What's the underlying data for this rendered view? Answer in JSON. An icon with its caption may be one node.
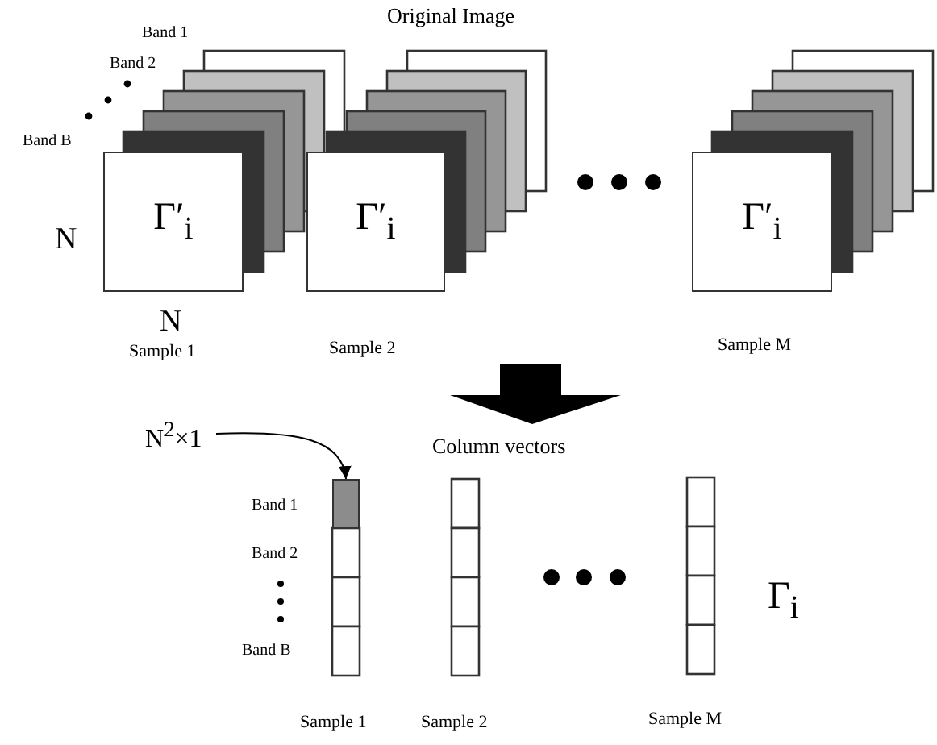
{
  "diagram": {
    "nodes": [
      {
        "text": [
          "Γ′$_{i}$"
        ]
      },
      {
        "text": [
          "Γ′$_{i}$"
        ]
      },
      {
        "text": [
          "Γ′$_{i}$"
        ]
      },
      {
        "text": [
          "N$^{2}$×1"
        ]
      },
      {
        "text": [],
        "shape": "box"
      }
    ],
    "edges": [
      {
        "from": 3,
        "to": 4,
        "arrow": "to"
      }
    ],
    "labels": [
      "Original Image",
      "Band 1",
      "Band 2",
      "Band B",
      "N",
      "N",
      "Sample 1",
      "Sample 2",
      "Sample M",
      "Column vectors",
      "Band 1",
      "Band 2",
      "Band B",
      "Γ$_{i}$",
      "Sample 1",
      "Sample 2",
      "Sample M"
    ]
  }
}
